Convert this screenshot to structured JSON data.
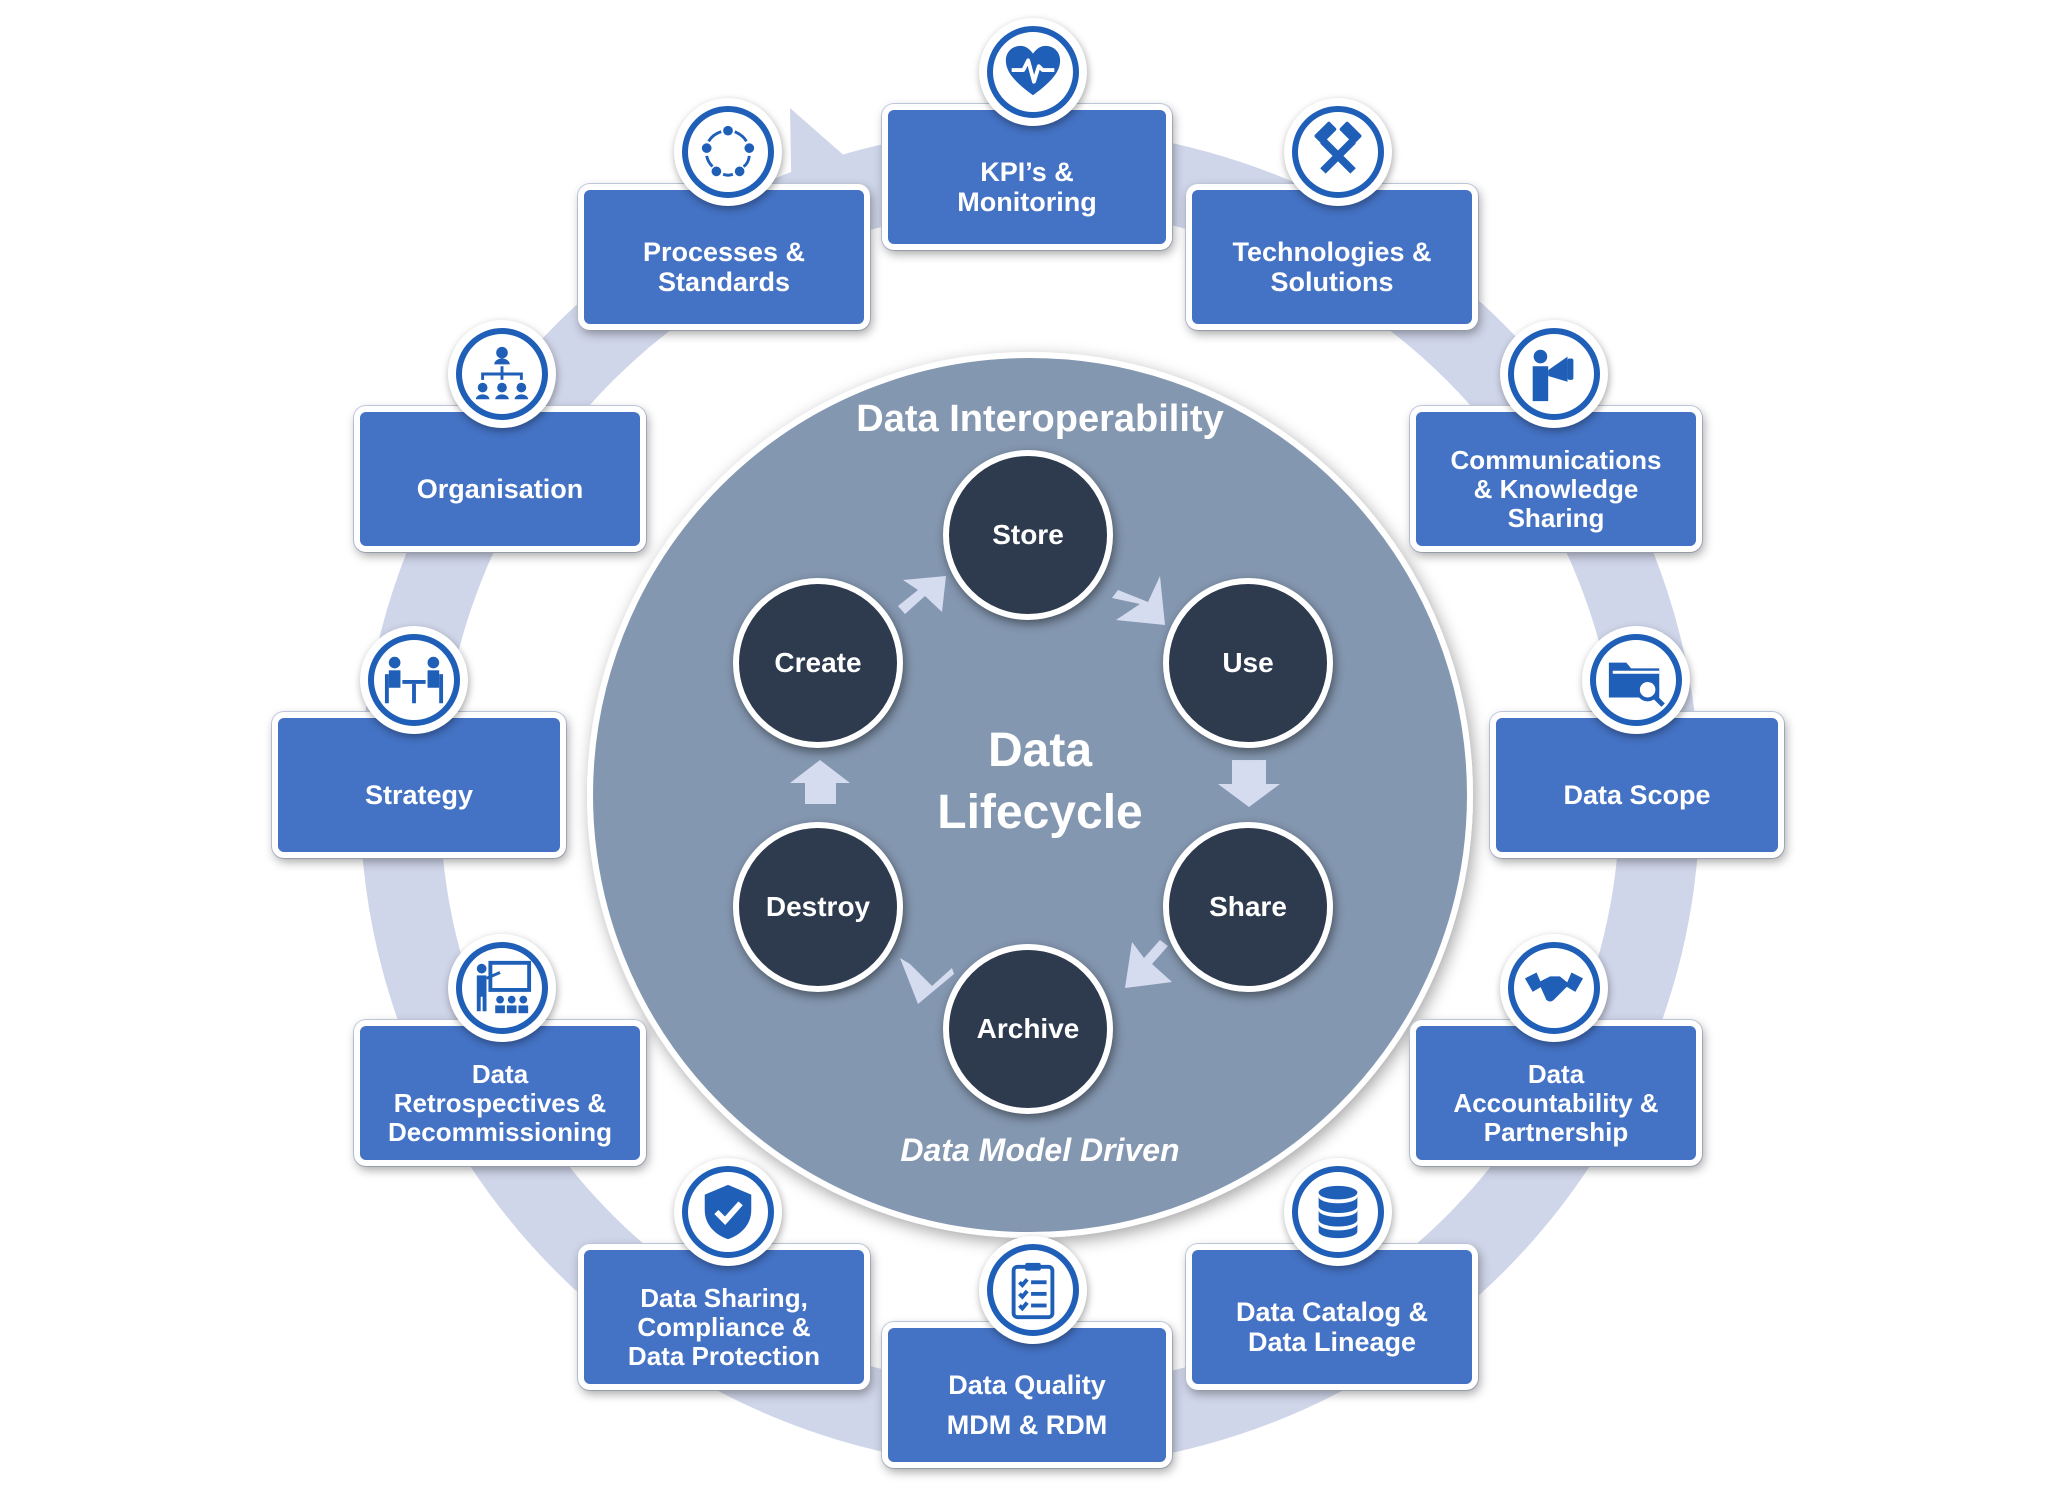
{
  "diagram": {
    "center": {
      "title": "Data\nLifecycle",
      "top_label": "Data Interoperability",
      "bottom_label": "Data Model Driven"
    },
    "stages": [
      "Store",
      "Use",
      "Share",
      "Archive",
      "Destroy",
      "Create"
    ],
    "nodes": [
      {
        "label": "KPI’s &\nMonitoring",
        "icon": "heartbeat-icon"
      },
      {
        "label": "Technologies &\nSolutions",
        "icon": "hammer-wrench-icon"
      },
      {
        "label": "Communications\n& Knowledge\nSharing",
        "icon": "megaphone-icon"
      },
      {
        "label": "Data Scope",
        "icon": "folder-search-icon"
      },
      {
        "label": "Data\nAccountability &\nPartnership",
        "icon": "handshake-icon"
      },
      {
        "label": "Data Catalog &\nData Lineage",
        "icon": "database-icon"
      },
      {
        "label": "Data Quality\nMDM & RDM",
        "icon": "clipboard-checklist-icon"
      },
      {
        "label": "Data Sharing,\nCompliance &\nData Protection",
        "icon": "shield-check-icon"
      },
      {
        "label": "Data\nRetrospectives &\nDecommissioning",
        "icon": "presentation-icon"
      },
      {
        "label": "Strategy",
        "icon": "meeting-table-icon"
      },
      {
        "label": "Organisation",
        "icon": "org-chart-icon"
      },
      {
        "label": "Processes &\nStandards",
        "icon": "cycle-arrows-icon"
      }
    ],
    "colors": {
      "node_fill": "#4472c4",
      "icon_ring": "#1f5fb7",
      "inner_circle": "#8497b0",
      "stage_fill": "#2e3a4e",
      "outer_ring": "#d0d6ea",
      "arrow": "#d6dcf0"
    }
  }
}
